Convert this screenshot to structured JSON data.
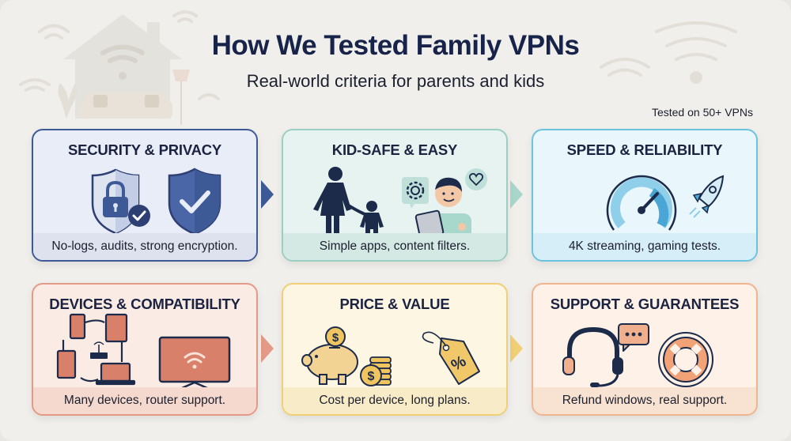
{
  "header": {
    "title": "How We Tested Family VPNs",
    "subtitle": "Real-world criteria for parents and kids",
    "badge": "Tested on 50+ VPNs"
  },
  "cards": [
    {
      "id": "security",
      "title": "SECURITY & PRIVACY",
      "caption": "No-logs, audits, strong encryption.",
      "icons": [
        "shield-lock-icon",
        "shield-check-icon"
      ],
      "accent": "#3e5a96",
      "bg": "#e9edf8",
      "foot_bg": "#dde2ee"
    },
    {
      "id": "kidsafe",
      "title": "KID-SAFE & EASY",
      "caption": "Simple apps, content filters.",
      "icons": [
        "parent-child-icon",
        "gear-icon",
        "kid-tablet-icon",
        "heart-icon"
      ],
      "accent": "#7fbfb0",
      "bg": "#e6f3f0",
      "foot_bg": "#d5e9e4"
    },
    {
      "id": "speed",
      "title": "SPEED & RELIABILITY",
      "caption": "4K streaming, gaming tests.",
      "icons": [
        "speedometer-icon",
        "rocket-icon"
      ],
      "accent": "#6cc3e0",
      "bg": "#e9f6fb",
      "foot_bg": "#d6eef7"
    },
    {
      "id": "devices",
      "title": "DEVICES & COMPATIBILITY",
      "caption": "Many devices, router support.",
      "icons": [
        "devices-network-icon",
        "router-icon",
        "smart-tv-wifi-icon"
      ],
      "accent": "#e39a86",
      "bg": "#fbebe5",
      "foot_bg": "#f5d9cf"
    },
    {
      "id": "price",
      "title": "PRICE & VALUE",
      "caption": "Cost per device, long plans.",
      "icons": [
        "piggy-bank-icon",
        "coins-icon",
        "discount-tag-icon"
      ],
      "accent": "#f0cf76",
      "bg": "#fdf6e2",
      "foot_bg": "#f8ecc8"
    },
    {
      "id": "support",
      "title": "SUPPORT & GUARANTEES",
      "caption": "Refund windows, real support.",
      "icons": [
        "headset-icon",
        "chat-bubble-icon",
        "lifebuoy-icon"
      ],
      "accent": "#f0b48e",
      "bg": "#fdf1e8",
      "foot_bg": "#f8e2d2"
    }
  ],
  "colors": {
    "title": "#18234a",
    "background": "#f0efeb"
  }
}
